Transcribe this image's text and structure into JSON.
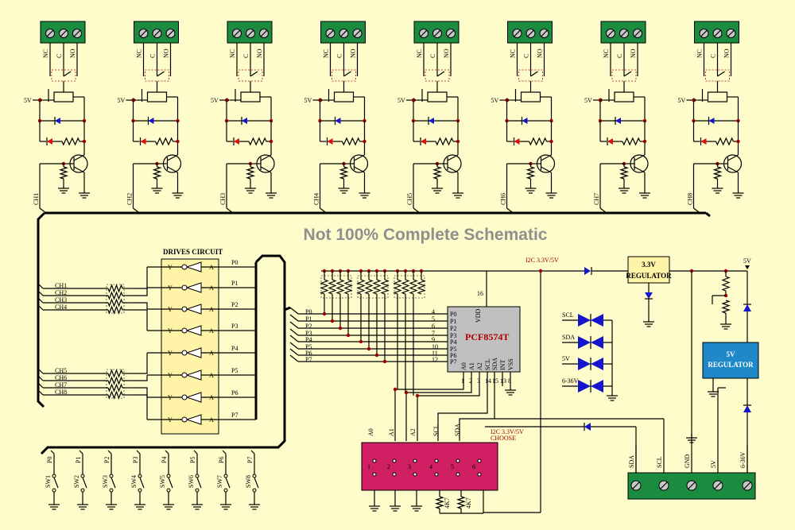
{
  "title": "Not 100% Complete Schematic",
  "relay_terminal_labels": [
    "NC",
    "C",
    "NO"
  ],
  "supply_5v": "5V",
  "channels": [
    "CH1",
    "CH2",
    "CH3",
    "CH4",
    "CH5",
    "CH6",
    "CH7",
    "CH8"
  ],
  "drives": {
    "title": "DRIVES CIRCUIT",
    "pin_y": "Y",
    "pin_a": "A",
    "ports": [
      "P0",
      "P1",
      "P2",
      "P3",
      "P4",
      "P5",
      "P6",
      "P7"
    ]
  },
  "ic": {
    "name": "PCF8574T",
    "left_pins": [
      "P0",
      "P1",
      "P2",
      "P3",
      "P4",
      "P5",
      "P6",
      "P7"
    ],
    "left_pin_numbers": [
      "4",
      "5",
      "6",
      "7",
      "9",
      "10",
      "11",
      "12"
    ],
    "vdd": "VDD",
    "vdd_pin": "16",
    "bottom_pins": [
      "A0",
      "A1",
      "A2",
      "SCL",
      "SDA",
      "INT",
      "VSS"
    ],
    "bottom_pin_numbers": [
      "1",
      "2",
      "3",
      "14",
      "15",
      "13",
      "8"
    ]
  },
  "i2c_label": "I2C 3.3V/5V",
  "choose_label": "CHOOSE",
  "reg33": "3.3V\nREGULATOR",
  "reg5": "5V\nREGULATOR",
  "tvs_labels": [
    "SCL",
    "SDA",
    "5V",
    "6-36V"
  ],
  "header_labels": [
    "A0",
    "A1",
    "A2",
    "SCL",
    "SDA"
  ],
  "header_pins": [
    "1",
    "2",
    "3",
    "4",
    "5",
    "6"
  ],
  "pullups": [
    "4K7",
    "4K7"
  ],
  "terminal_labels": [
    "SDA",
    "SCL",
    "GND",
    "5V",
    "6-36V"
  ],
  "switch_ports": [
    "P0",
    "P1",
    "P2",
    "P3",
    "P4",
    "P5",
    "P6",
    "P7"
  ],
  "switches": [
    "SW1",
    "SW2",
    "SW3",
    "SW4",
    "SW5",
    "SW6",
    "SW7",
    "SW8"
  ],
  "colors": {
    "background": "#fefccb",
    "terminal": "#1b8c3f",
    "header": "#d01f63",
    "ic": "#c0c0c0",
    "regulator5": "#1e88c8",
    "led": "#1515cc",
    "led_red": "#e01010",
    "buffer_box": "#fff3a8"
  }
}
